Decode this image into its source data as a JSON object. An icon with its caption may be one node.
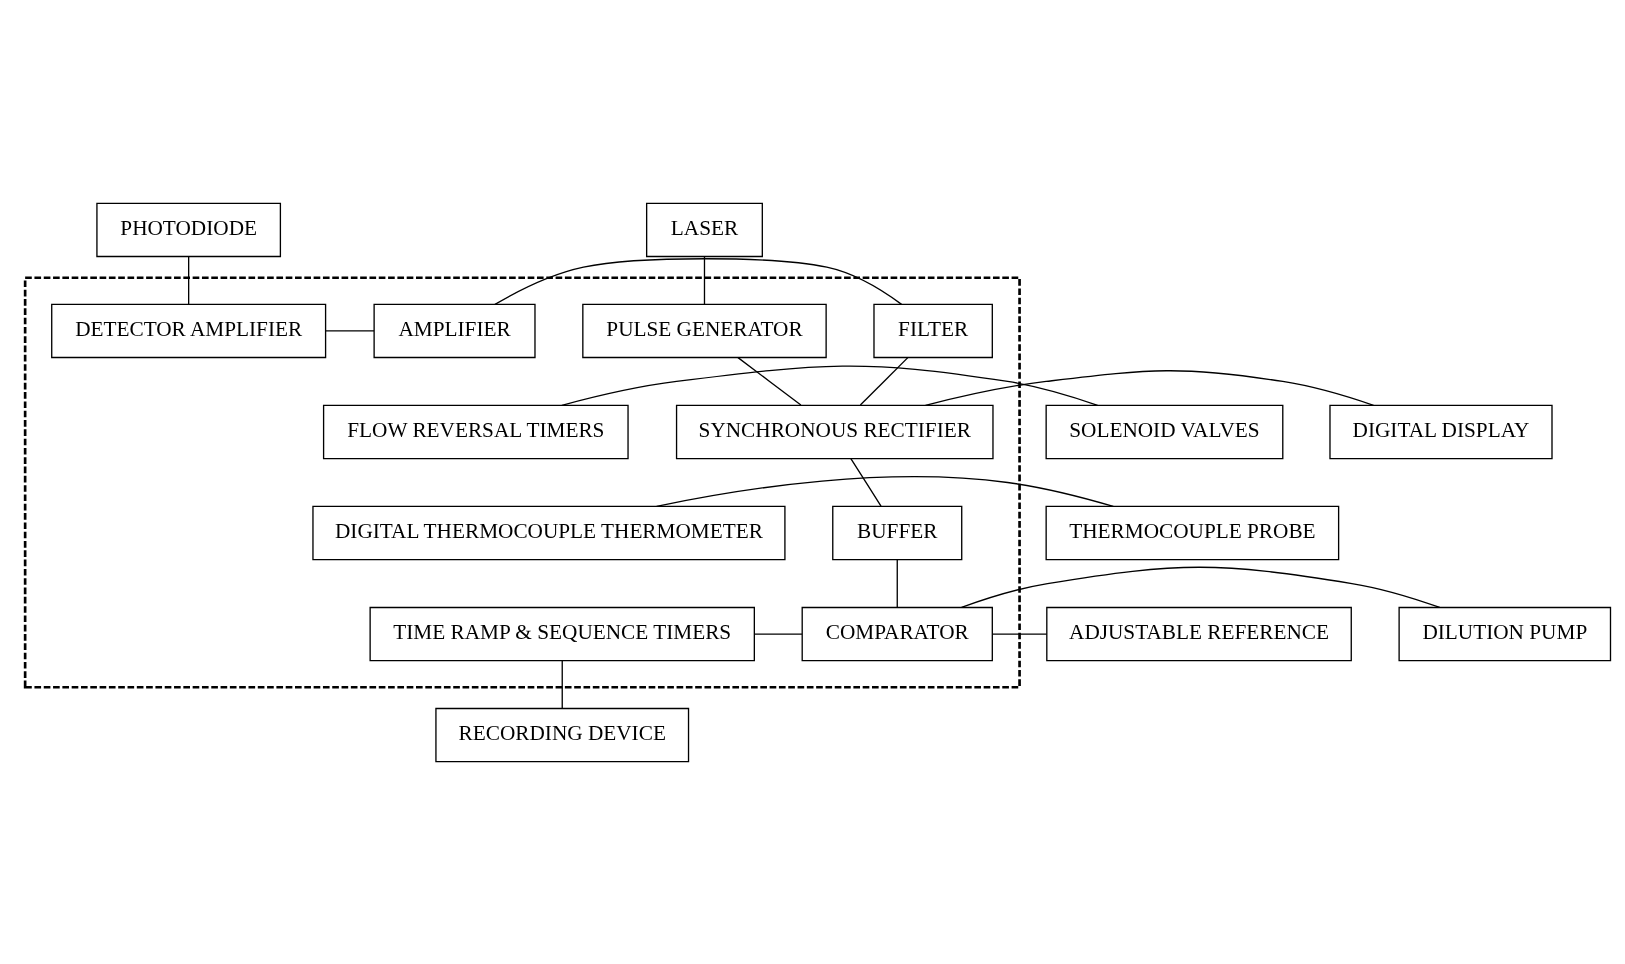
{
  "diagram": {
    "nodes": [
      {
        "text": [],
        "shape": "box"
      },
      {
        "text": [
          "PHOTODIODE"
        ]
      },
      {
        "text": [
          "LASER"
        ]
      },
      {
        "text": [
          "DETECTOR AMPLIFIER"
        ],
        "in": 0
      },
      {
        "text": [
          "AMPLIFIER"
        ],
        "in": 0
      },
      {
        "text": [
          "FILTER"
        ],
        "in": 0
      },
      {
        "text": [
          "PULSE GENERATOR"
        ],
        "in": 0
      },
      {
        "text": [
          "SOLENOID VALVES"
        ]
      },
      {
        "text": [
          "FLOW REVERSAL TIMERS"
        ],
        "in": 0
      },
      {
        "text": [
          "SYNCHRONOUS RECTIFIER"
        ],
        "in": 0
      },
      {
        "text": [
          "DIGITAL DISPLAY"
        ]
      },
      {
        "text": [
          "THERMOCOUPLE PROBE"
        ]
      },
      {
        "text": [
          "DIGITAL THERMOCOUPLE THERMOMETER"
        ],
        "in": 0
      },
      {
        "text": [
          "BUFFER"
        ],
        "in": 0
      },
      {
        "text": [
          "ADJUSTABLE REFERENCE"
        ]
      },
      {
        "text": [
          "TIME RAMP & SEQUENCE TIMERS"
        ],
        "in": 0
      },
      {
        "text": [
          "COMPARATOR"
        ],
        "in": 0
      },
      {
        "text": [
          "DILUTION PUMP"
        ]
      },
      {
        "text": [
          "RECORDING DEVICE"
        ]
      }
    ],
    "edges": [
      {
        "from": 1,
        "to": 3,
        "arrow": "none"
      },
      {
        "from": 2,
        "to": 6,
        "arrow": "none"
      },
      {
        "from": 3,
        "to": 4,
        "arrow": "none"
      },
      {
        "from": 4,
        "to": 5,
        "arrow": "none"
      },
      {
        "from": 5,
        "to": 9,
        "arrow": "none"
      },
      {
        "from": 6,
        "to": 9,
        "arrow": "none"
      },
      {
        "from": 7,
        "to": 8,
        "arrow": "none"
      },
      {
        "from": 9,
        "to": 10,
        "arrow": "none"
      },
      {
        "from": 11,
        "to": 12,
        "arrow": "none"
      },
      {
        "from": 9,
        "to": 13,
        "arrow": "none"
      },
      {
        "from": 13,
        "to": 16,
        "arrow": "none"
      },
      {
        "from": 15,
        "to": 16,
        "arrow": "none"
      },
      {
        "from": 16,
        "to": 14,
        "arrow": "none"
      },
      {
        "from": 16,
        "to": 17,
        "arrow": "none"
      },
      {
        "from": 15,
        "to": 18,
        "arrow": "none"
      }
    ]
  }
}
